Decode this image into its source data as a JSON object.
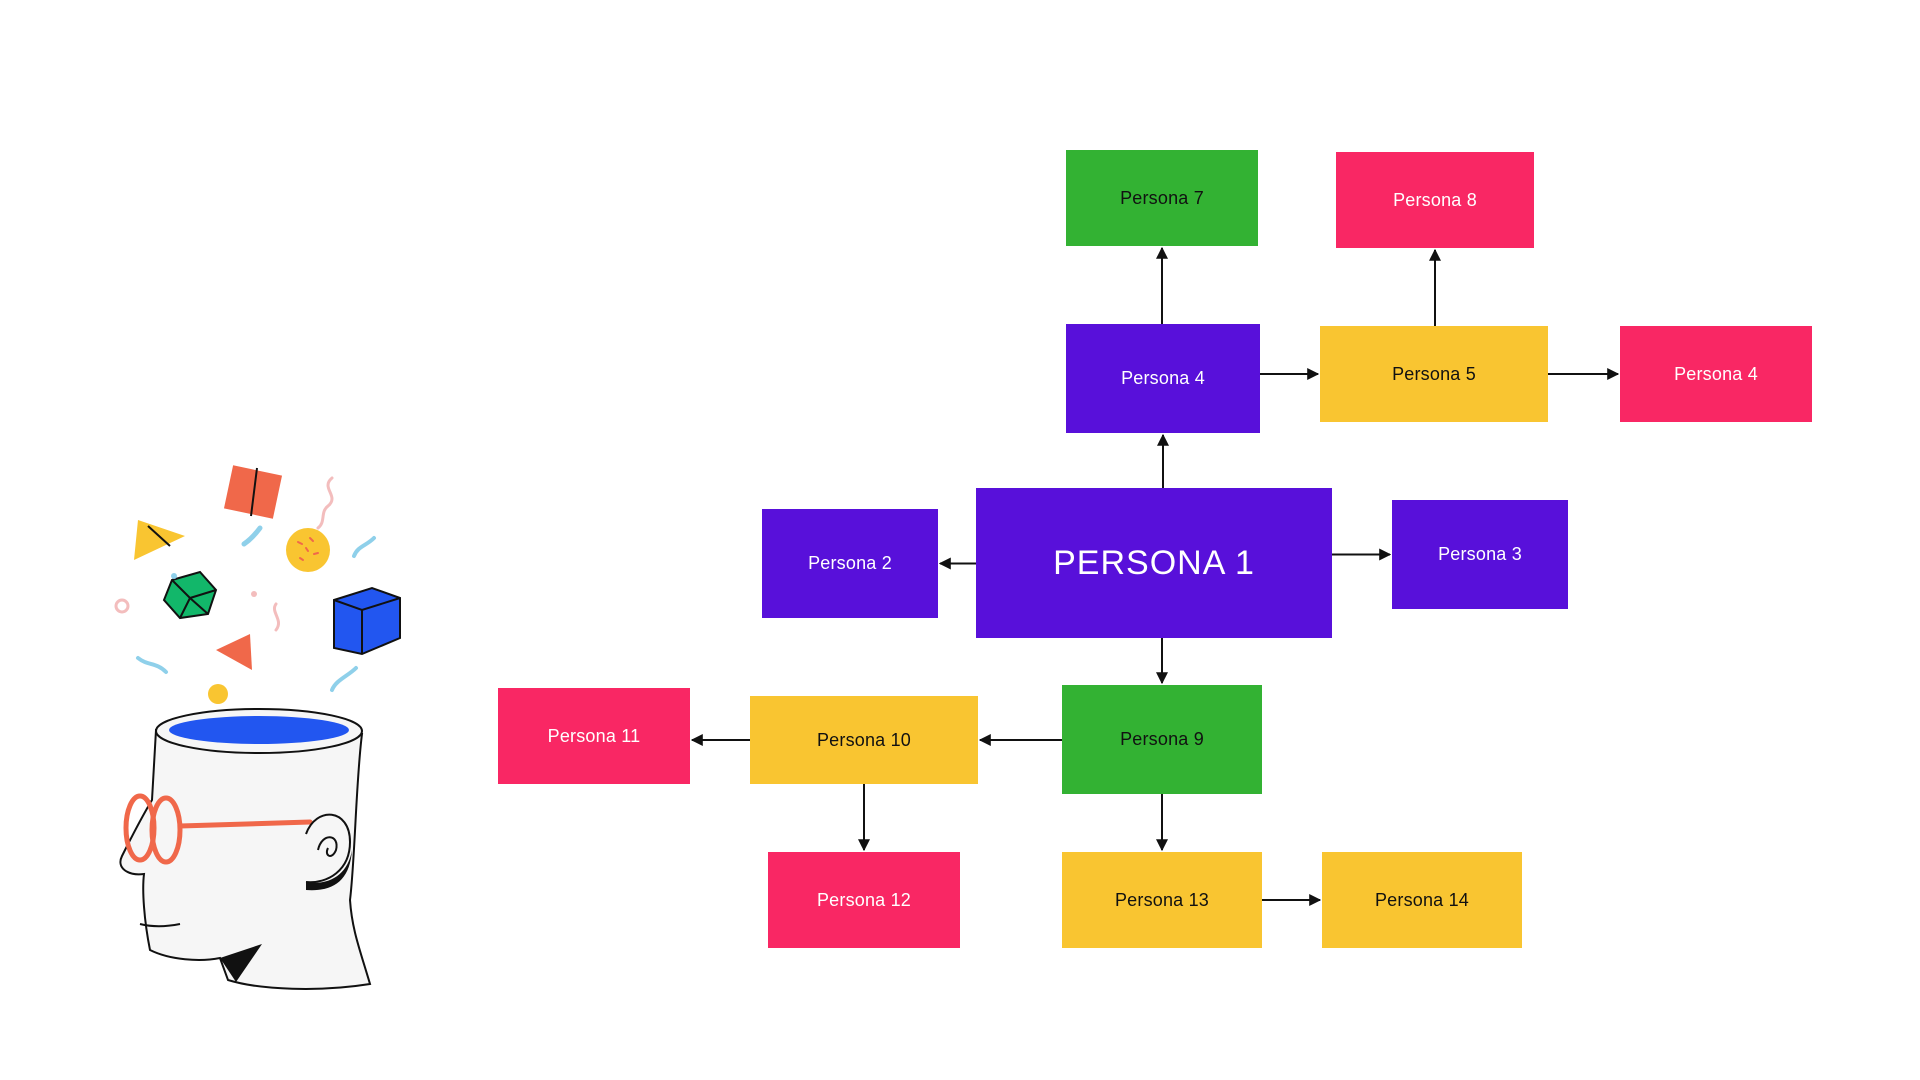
{
  "diagram": {
    "colors": {
      "purple": "#5810DA",
      "green": "#33B233",
      "pink": "#F92764",
      "yellow": "#F9C531",
      "edge": "#111111"
    },
    "nodes": [
      {
        "id": "p1",
        "label": "PERSONA 1",
        "color": "purple",
        "text": "#ffffff"
      },
      {
        "id": "p2",
        "label": "Persona 2",
        "color": "purple",
        "text": "#ffffff"
      },
      {
        "id": "p3",
        "label": "Persona 3",
        "color": "purple",
        "text": "#ffffff"
      },
      {
        "id": "p4a",
        "label": "Persona 4",
        "color": "purple",
        "text": "#ffffff"
      },
      {
        "id": "p5",
        "label": "Persona 5",
        "color": "yellow",
        "text": "#111111"
      },
      {
        "id": "p4b",
        "label": "Persona 4",
        "color": "pink",
        "text": "#ffffff"
      },
      {
        "id": "p7",
        "label": "Persona 7",
        "color": "green",
        "text": "#111111"
      },
      {
        "id": "p8",
        "label": "Persona 8",
        "color": "pink",
        "text": "#ffffff"
      },
      {
        "id": "p9",
        "label": "Persona 9",
        "color": "green",
        "text": "#111111"
      },
      {
        "id": "p10",
        "label": "Persona 10",
        "color": "yellow",
        "text": "#111111"
      },
      {
        "id": "p11",
        "label": "Persona 11",
        "color": "pink",
        "text": "#ffffff"
      },
      {
        "id": "p12",
        "label": "Persona 12",
        "color": "pink",
        "text": "#ffffff"
      },
      {
        "id": "p13",
        "label": "Persona 13",
        "color": "yellow",
        "text": "#111111"
      },
      {
        "id": "p14",
        "label": "Persona 14",
        "color": "yellow",
        "text": "#111111"
      }
    ],
    "edges": [
      {
        "from": "p1",
        "to": "p4a"
      },
      {
        "from": "p1",
        "to": "p2"
      },
      {
        "from": "p1",
        "to": "p3"
      },
      {
        "from": "p1",
        "to": "p9"
      },
      {
        "from": "p4a",
        "to": "p7"
      },
      {
        "from": "p4a",
        "to": "p5"
      },
      {
        "from": "p5",
        "to": "p8"
      },
      {
        "from": "p5",
        "to": "p4b"
      },
      {
        "from": "p9",
        "to": "p10"
      },
      {
        "from": "p9",
        "to": "p13"
      },
      {
        "from": "p10",
        "to": "p11"
      },
      {
        "from": "p10",
        "to": "p12"
      },
      {
        "from": "p13",
        "to": "p14"
      }
    ]
  },
  "illustration": {
    "subject": "open-head-with-shapes",
    "colors": {
      "blue": "#2256F0",
      "orange": "#F0684A",
      "yellow": "#F9C531",
      "green": "#12B76A",
      "lightblue": "#8FD0EA",
      "pink": "#F3BDBD"
    }
  }
}
